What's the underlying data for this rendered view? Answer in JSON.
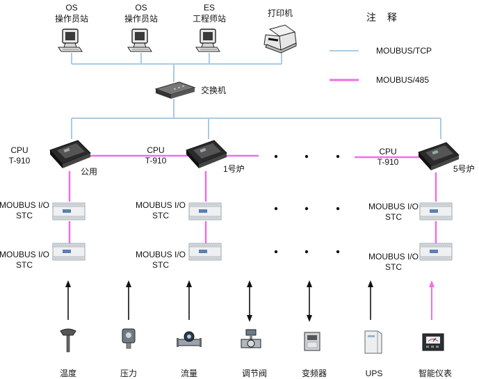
{
  "workstations": [
    {
      "line1": "OS",
      "line2": "操作员站",
      "icon": "workstation-icon"
    },
    {
      "line1": "OS",
      "line2": "操作员站",
      "icon": "workstation-icon"
    },
    {
      "line1": "ES",
      "line2": "工程师站",
      "icon": "workstation-icon"
    }
  ],
  "printer": {
    "label": "打印机",
    "icon": "printer-icon"
  },
  "switch": {
    "label": "交换机",
    "icon": "switch-icon"
  },
  "legend": {
    "title": "注 释",
    "tcp": {
      "label": "MOUBUS/TCP",
      "color": "#a9cbe3"
    },
    "rs485": {
      "label": "MOUBUS/485",
      "color": "#f06ee6"
    }
  },
  "cpus": [
    {
      "label1": "CPU",
      "label2": "T-910",
      "tag": "公用"
    },
    {
      "label1": "CPU",
      "label2": "T-910",
      "tag": "1号炉"
    },
    {
      "label1": "CPU",
      "label2": "T-910",
      "tag": "5号炉"
    }
  ],
  "io_label": {
    "line1": "MOUBUS I/O",
    "line2": "STC"
  },
  "sensors": [
    {
      "label": "温度",
      "icon": "temperature-sensor-icon",
      "arrow": "up"
    },
    {
      "label": "压力",
      "icon": "pressure-gauge-icon",
      "arrow": "up"
    },
    {
      "label": "流量",
      "icon": "flowmeter-icon",
      "arrow": "up"
    },
    {
      "label": "调节阀",
      "icon": "control-valve-icon",
      "arrow": "both"
    },
    {
      "label": "变频器",
      "icon": "inverter-icon",
      "arrow": "both"
    },
    {
      "label": "UPS",
      "icon": "ups-icon",
      "arrow": "up"
    },
    {
      "label": "智能仪表",
      "icon": "smart-meter-icon",
      "arrow": "up-pink"
    }
  ],
  "colors": {
    "accent_pink": "#f06ee6",
    "line_blue": "#a9cbe3"
  }
}
